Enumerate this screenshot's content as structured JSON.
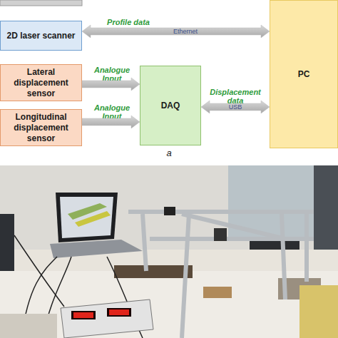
{
  "diagram": {
    "nodes": [
      {
        "text": [
          "2D laser scanner"
        ]
      },
      {
        "text": [
          "Lateral displacement sensor"
        ]
      },
      {
        "text": [
          "Longitudinal displacement sensor"
        ]
      },
      {
        "text": [
          "DAQ"
        ]
      },
      {
        "text": [
          "PC"
        ]
      }
    ],
    "edges": [
      {
        "from": 0,
        "to": 4,
        "arrow": "both",
        "label": "Profile data"
      },
      {
        "from": 1,
        "to": 3,
        "arrow": "to",
        "label": "Analogue Input"
      },
      {
        "from": 2,
        "to": 3,
        "arrow": "to",
        "label": "Analogue Input"
      },
      {
        "from": 3,
        "to": 4,
        "arrow": "both",
        "label": "Displacement data"
      }
    ],
    "labels": [
      "Ethernet",
      "USB",
      "a"
    ]
  }
}
